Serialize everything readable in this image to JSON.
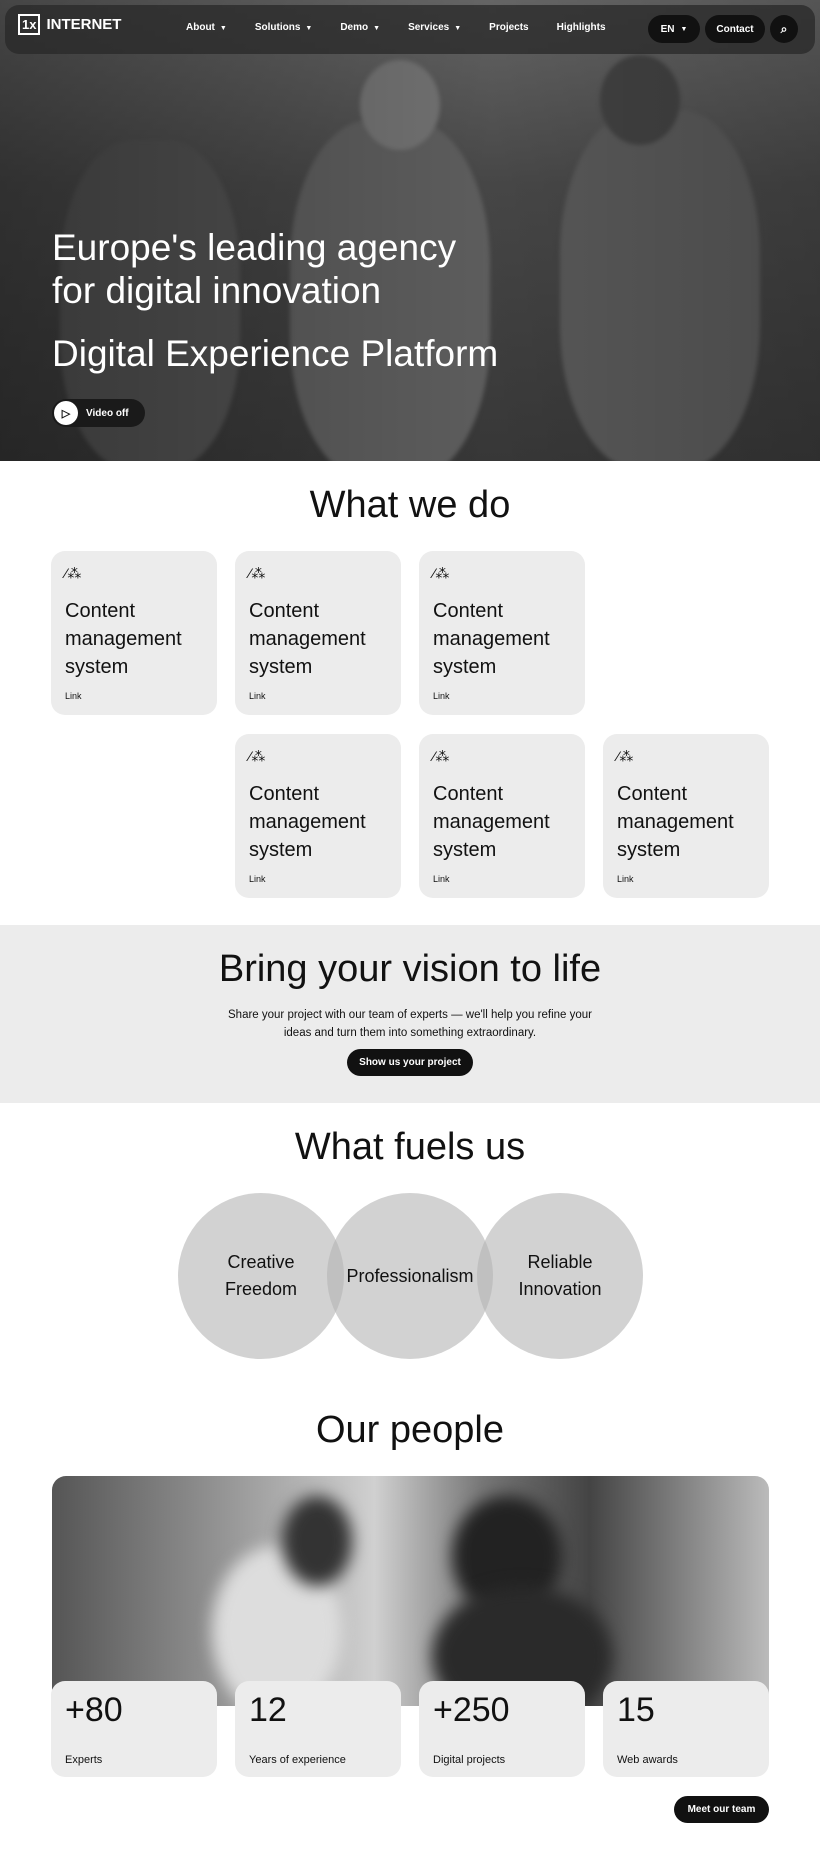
{
  "nav": {
    "logo_mark": "1x",
    "logo_text": "INTERNET",
    "links": [
      "About",
      "Solutions",
      "Demo",
      "Services",
      "Projects",
      "Highlights"
    ],
    "language": "EN",
    "contact": "Contact"
  },
  "hero": {
    "headline_1": "Europe's leading agency",
    "headline_2": "for digital innovation",
    "subheadline": "Digital Experience Platform",
    "video_button": "Video off"
  },
  "what_we_do": {
    "title": "What we do",
    "cards": [
      {
        "title": "Content management system",
        "link": "Link"
      },
      {
        "title": "Content management system",
        "link": "Link"
      },
      {
        "title": "Content management system",
        "link": "Link"
      },
      {
        "title": "Content management system",
        "link": "Link"
      },
      {
        "title": "Content management system",
        "link": "Link"
      },
      {
        "title": "Content management system",
        "link": "Link"
      }
    ]
  },
  "cta": {
    "title": "Bring your vision to life",
    "text_1": "Share your project with our team of experts — we'll help you refine your",
    "text_2": "ideas and turn them into something extraordinary.",
    "button": "Show us your project"
  },
  "fuels": {
    "title": "What fuels us",
    "values": [
      "Creative Freedom",
      "Professionalism",
      "Reliable Innovation"
    ]
  },
  "people": {
    "title": "Our people",
    "stats": [
      {
        "value": "+80",
        "label": "Experts"
      },
      {
        "value": "12",
        "label": "Years of experience"
      },
      {
        "value": "+250",
        "label": "Digital projects"
      },
      {
        "value": "15",
        "label": "Web awards"
      }
    ],
    "button": "Meet our team"
  }
}
